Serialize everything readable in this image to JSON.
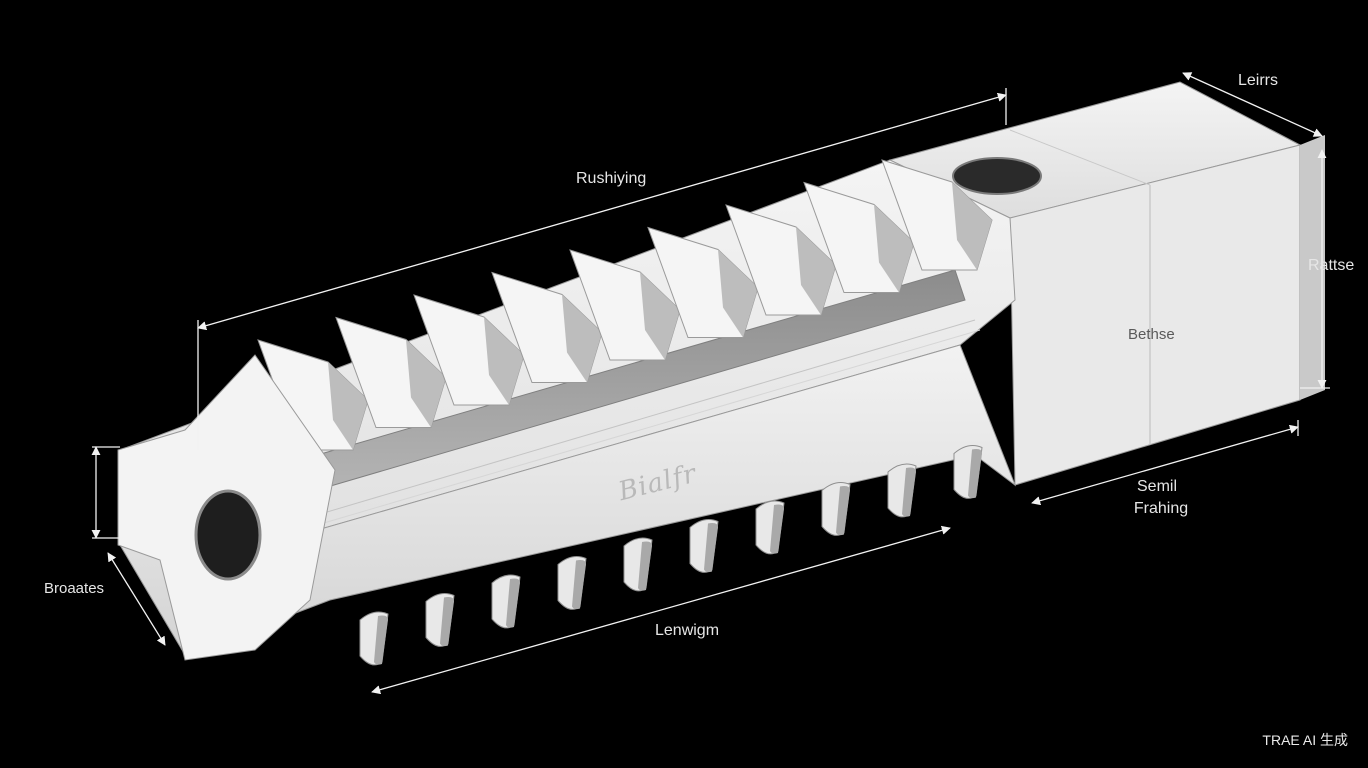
{
  "labels": {
    "top_length": "Rushiying",
    "top_right": "Leirrs",
    "right_height": "Rattse",
    "face_note": "Bethse",
    "bottom_right_line1": "Semil",
    "bottom_right_line2": "Frahing",
    "bottom_length": "Lenwigm",
    "left_height": "Broaates",
    "engraving": "Bialfr"
  },
  "watermark": "TRAE AI 生成",
  "colors": {
    "background": "#000000",
    "body_light": "#eeeeee",
    "body_shade": "#bdbdbd",
    "groove": "#a3a3a3",
    "dimension_line": "#f2f2f2",
    "label": "#e6e6e6"
  }
}
